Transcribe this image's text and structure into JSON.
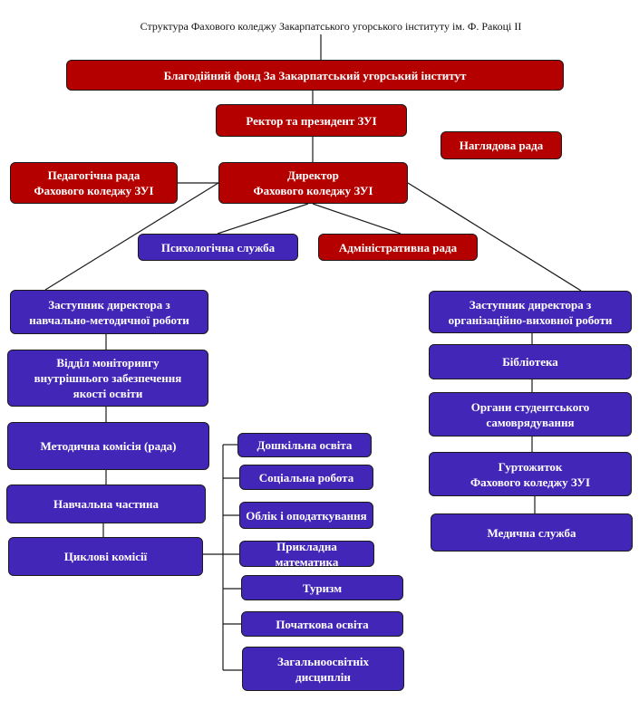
{
  "title": "Структура Фахового коледжу Закарпатського угорського інституту ім. Ф. Ракоці ІІ",
  "colors": {
    "red": "#b50000",
    "blue": "#4226b8",
    "line": "#1a1a1a"
  },
  "nodes": {
    "foundation": "Благодійний фонд За Закарпатський угорський інститут",
    "rector": "Ректор та президент ЗУІ",
    "supervisory_board": "Наглядова рада",
    "pedagogical_council": "Педагогічна рада\nФахового коледжу ЗУІ",
    "director": "Директор\nФахового коледжу ЗУІ",
    "psychological_service": "Психологічна служба",
    "administrative_council": "Адміністративна рада",
    "deputy_academic": "Заступник директора з\nнавчально-методичної роботи",
    "quality_monitoring": "Відділ моніторингу\nвнутрішнього забезпечення\nякості освіти",
    "methodical_commission": "Методична комісія (рада)",
    "academic_unit": "Навчальна частина",
    "cycle_commissions": "Циклові комісії",
    "deputy_organizational": "Заступник директора з\nорганізаційно-виховної роботи",
    "library": "Бібліотека",
    "student_government": "Органи студентського\nсамоврядування",
    "dormitory": "Гуртожиток\nФахового коледжу ЗУІ",
    "medical_service": "Медична служба"
  },
  "cycle_commission_items": [
    "Дошкільна освіта",
    "Соціальна робота",
    "Облік і оподаткування",
    "Прикладна математика",
    "Туризм",
    "Початкова освіта",
    "Загальноосвітніх\nдисциплін"
  ]
}
